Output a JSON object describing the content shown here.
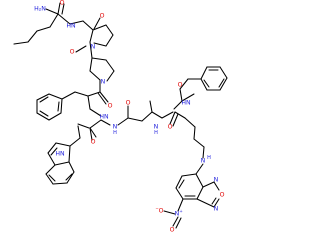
{
  "molecule": {
    "atom_labels": {
      "amide_n": "H₂N",
      "amide_o": "O",
      "nh_1": "HN",
      "o_pro1": "O",
      "n_pro1": "N",
      "o_pro2": "O",
      "n_pro2": "N",
      "o_phe": "O",
      "nh_phe": "HN",
      "o_trp": "O",
      "nh_indole": "HN",
      "nh_trp": "N",
      "h_trp": "H",
      "o_ala": "O",
      "nh_ala": "N",
      "h_ala": "H",
      "o_orn": "O",
      "nh_bz": "HN",
      "o_bz": "O",
      "nh_nbd": "N",
      "h_nbd": "H",
      "n_ring1": "N",
      "o_ring": "O",
      "n_ring2": "N",
      "no2_n": "N",
      "no2_charge": "+",
      "no2_o1": "O",
      "no2_o1_charge": "−",
      "no2_o2": "O"
    },
    "colors": {
      "carbon": "#000000",
      "nitrogen": "#1e1edc",
      "oxygen": "#e00000"
    }
  }
}
